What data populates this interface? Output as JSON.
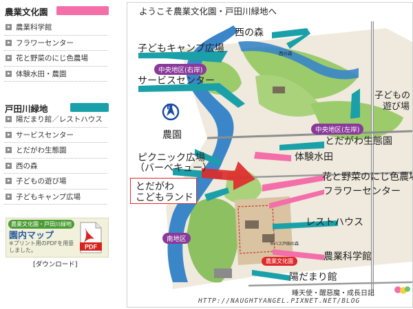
{
  "sidebar": {
    "section1": {
      "title": "農業文化園",
      "items": [
        {
          "label": "農業科学館"
        },
        {
          "label": "フラワーセンター"
        },
        {
          "label": "花と野菜のにじ色農場"
        },
        {
          "label": "体験水田・農園"
        }
      ]
    },
    "section2": {
      "title": "戸田川緑地",
      "items": [
        {
          "label": "陽だまり館／レストハウス"
        },
        {
          "label": "サービスセンター"
        },
        {
          "label": "とだがわ生態園"
        },
        {
          "label": "西の森"
        },
        {
          "label": "子どもの遊び場"
        },
        {
          "label": "子どもキャンプ広場"
        }
      ]
    },
    "pdf_box": {
      "tag": "農業文化園・戸田川緑地",
      "title": "園内マップ",
      "note": "※プリント用のPDFを用意しました。",
      "pdf_label": "PDF"
    },
    "download": "[ダウンロード]"
  },
  "map": {
    "title": "ようこそ農業文化園・戸田川緑地へ",
    "labels": {
      "nishi_mori": "西の森",
      "camp": "子どもキャンプ広場",
      "service": "サービスセンター",
      "kodomo_asobi_1": "子どもの",
      "kodomo_asobi_2": "遊び場",
      "noen": "農園",
      "ecology": "とだがわ生態園",
      "picnic_1": "ピクニック広場",
      "picnic_2": "（バーベキュー）",
      "taiken": "体験水田",
      "todagawa_1": "とだがわ",
      "todagawa_2": "こどもランド",
      "nijiiro": "花と野菜のにじ色農場",
      "flower": "フラワーセンター",
      "resthouse": "レストハウス",
      "kagakukan": "農業科学館",
      "hidamari": "陽だまり館",
      "north": "N"
    },
    "pills": {
      "central_right": "中央地区(右岸)",
      "central_left": "中央地区(左岸)",
      "south": "南地区",
      "noubunka": "農業文化園"
    },
    "small": {
      "nishi_mori_small": "西の森",
      "bus": "市バス戸田の森"
    }
  },
  "watermark": {
    "text": "睡天使・醒惡魔・成長日記",
    "url": "HTTP://NAUGHTYANGEL.PIXNET.NET/BLOG"
  },
  "colors": {
    "pink": "#f46eaa",
    "teal": "#1aa0a8",
    "river": "#3a86c8",
    "green": "#9ccb6c",
    "purple": "#8a3a9a",
    "red": "#e0282a"
  }
}
